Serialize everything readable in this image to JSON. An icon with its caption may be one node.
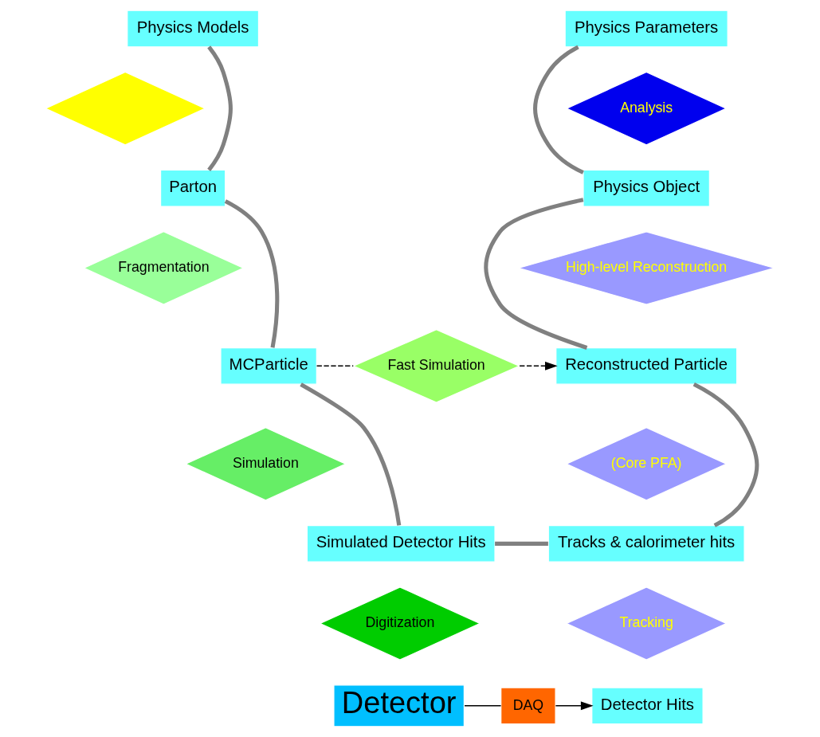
{
  "diagram": {
    "nodes": [
      {
        "text": [
          "Physics Models"
        ]
      },
      {
        "text": [],
        "shape": "diamond"
      },
      {
        "text": [
          "Parton"
        ]
      },
      {
        "text": [
          "Fragmentation"
        ]
      },
      {
        "text": [
          "MCParticle"
        ]
      },
      {
        "text": [
          "Fast Simulation"
        ]
      },
      {
        "text": [
          "Reconstructed Particle"
        ]
      },
      {
        "text": [
          "Simulation"
        ]
      },
      {
        "text": [
          "Simulated Detector Hits"
        ]
      },
      {
        "text": [
          "Digitization"
        ]
      },
      {
        "text": [
          "Detector"
        ]
      },
      {
        "text": [
          "DAQ"
        ]
      },
      {
        "text": [
          "Detector Hits"
        ]
      },
      {
        "text": [
          "Tracking"
        ]
      },
      {
        "text": [
          "Tracks & calorimeter hits"
        ]
      },
      {
        "text": [
          "(Core PFA)"
        ]
      },
      {
        "text": [
          "High-level Reconstruction"
        ]
      },
      {
        "text": [
          "Physics Object"
        ]
      },
      {
        "text": [
          "Analysis"
        ]
      },
      {
        "text": [
          "Physics Parameters"
        ]
      }
    ],
    "edges": [
      {
        "from": 0,
        "to": 2,
        "arrow": "none"
      },
      {
        "from": 2,
        "to": 4,
        "arrow": "none"
      },
      {
        "from": 4,
        "to": 8,
        "arrow": "none"
      },
      {
        "from": 8,
        "to": 14,
        "arrow": "none"
      },
      {
        "from": 14,
        "to": 6,
        "arrow": "none"
      },
      {
        "from": 6,
        "to": 17,
        "arrow": "none"
      },
      {
        "from": 17,
        "to": 19,
        "arrow": "none"
      },
      {
        "from": 4,
        "to": 5,
        "arrow": "none",
        "style": "dashed",
        "color": "#000000"
      },
      {
        "from": 5,
        "to": 6,
        "arrow": "to",
        "style": "dashed",
        "color": "#000000"
      },
      {
        "from": 10,
        "to": 11,
        "arrow": "none",
        "color": "#000000"
      },
      {
        "from": 11,
        "to": 12,
        "arrow": "to",
        "color": "#000000"
      }
    ]
  }
}
